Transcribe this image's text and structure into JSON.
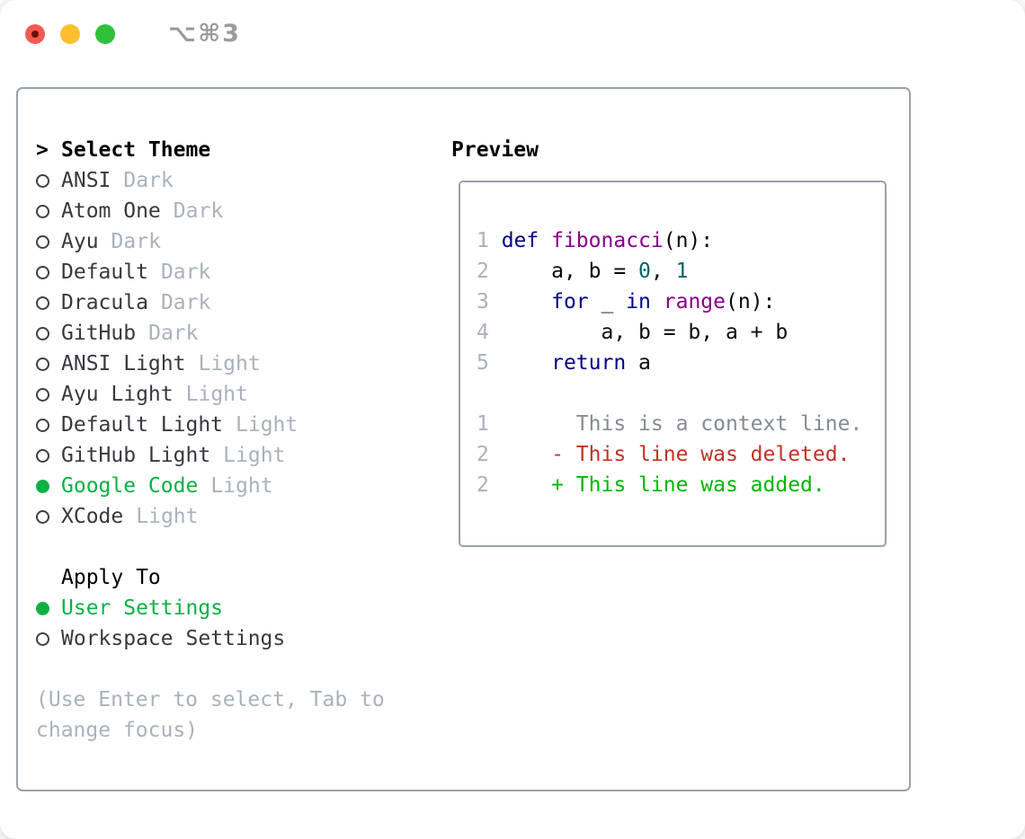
{
  "titlebar": {
    "shortcut": "⌥⌘3"
  },
  "palette": {
    "accent_green": "#0cb143",
    "panel_border": "#9aa2ac",
    "text_dark": "#36393f",
    "muted": "#a9b2bc",
    "traffic_red": "#f35b51",
    "traffic_yellow": "#fcbf2f",
    "traffic_green": "#2ec13a",
    "num": "#a9b2bc",
    "kw": "#000088",
    "fn": "#880088",
    "lit": "#006666",
    "plain": "#0a0a0a",
    "ctx": "#848b93",
    "del": "#c43022",
    "add": "#00b800"
  },
  "theme_picker": {
    "title": "Select Theme",
    "items": [
      {
        "name": "ANSI",
        "variant": "Dark",
        "selected": false
      },
      {
        "name": "Atom One",
        "variant": "Dark",
        "selected": false
      },
      {
        "name": "Ayu",
        "variant": "Dark",
        "selected": false
      },
      {
        "name": "Default",
        "variant": "Dark",
        "selected": false
      },
      {
        "name": "Dracula",
        "variant": "Dark",
        "selected": false
      },
      {
        "name": "GitHub",
        "variant": "Dark",
        "selected": false
      },
      {
        "name": "ANSI Light",
        "variant": "Light",
        "selected": false
      },
      {
        "name": "Ayu Light",
        "variant": "Light",
        "selected": false
      },
      {
        "name": "Default Light",
        "variant": "Light",
        "selected": false
      },
      {
        "name": "GitHub Light",
        "variant": "Light",
        "selected": false
      },
      {
        "name": "Google Code",
        "variant": "Light",
        "selected": true
      },
      {
        "name": "XCode",
        "variant": "Light",
        "selected": false
      }
    ]
  },
  "apply_to": {
    "title": "Apply To",
    "items": [
      {
        "label": "User Settings",
        "selected": true
      },
      {
        "label": "Workspace Settings",
        "selected": false
      }
    ]
  },
  "help_text": "(Use Enter to select, Tab to change focus)",
  "preview": {
    "title": "Preview",
    "lines": [
      [
        [
          "1 ",
          "num"
        ],
        [
          "def",
          "kw"
        ],
        [
          " ",
          "plain"
        ],
        [
          "fibonacci",
          "fn"
        ],
        [
          "(n):",
          "plain"
        ]
      ],
      [
        [
          "2 ",
          "num"
        ],
        [
          "    a, b = ",
          "plain"
        ],
        [
          "0",
          "lit"
        ],
        [
          ", ",
          "plain"
        ],
        [
          "1",
          "lit"
        ]
      ],
      [
        [
          "3 ",
          "num"
        ],
        [
          "    ",
          "plain"
        ],
        [
          "for",
          "kw"
        ],
        [
          " _ ",
          "plain"
        ],
        [
          "in",
          "kw"
        ],
        [
          " ",
          "plain"
        ],
        [
          "range",
          "fn"
        ],
        [
          "(n):",
          "plain"
        ]
      ],
      [
        [
          "4 ",
          "num"
        ],
        [
          "        a, b = b, a + b",
          "plain"
        ]
      ],
      [
        [
          "5 ",
          "num"
        ],
        [
          "    ",
          "plain"
        ],
        [
          "return",
          "kw"
        ],
        [
          " a",
          "plain"
        ]
      ],
      [],
      [
        [
          "1 ",
          "num"
        ],
        [
          "      This is a context line.",
          "ctx"
        ]
      ],
      [
        [
          "2 ",
          "num"
        ],
        [
          "    - This line was deleted.",
          "del"
        ]
      ],
      [
        [
          "2 ",
          "num"
        ],
        [
          "    + This line was added.",
          "add"
        ]
      ]
    ]
  }
}
